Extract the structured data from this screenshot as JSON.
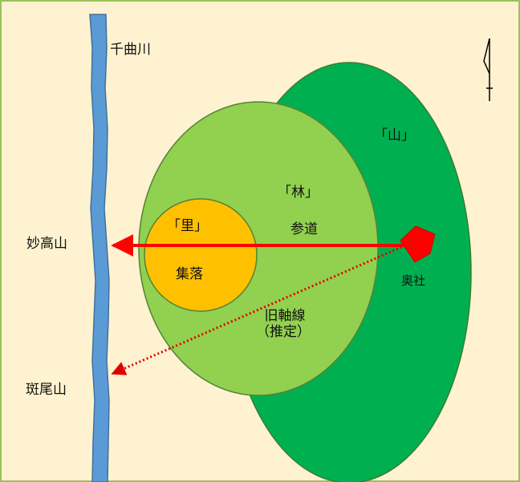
{
  "colors": {
    "background": "#fef2d0",
    "border": "#9bc15a",
    "river": "#5b9bd5",
    "river_edge": "#41719c",
    "mountain_zone": "#00b050",
    "forest_zone": "#92d050",
    "village_zone": "#ffc000",
    "zone_edge": "#548235",
    "main_axis": "#ff0000",
    "old_axis": "#e00000",
    "shrine": "#ff0000"
  },
  "labels": {
    "river": "千曲川",
    "mountain_zone": "「山」",
    "forest_zone": "「林」",
    "village_zone": "「里」",
    "village": "集落",
    "approach": "参道",
    "inner_shrine": "奥社",
    "old_axis_line1": "旧軸線",
    "old_axis_line2": "（推定）",
    "myoko": "妙高山",
    "madarao": "斑尾山"
  },
  "icons": {
    "north_arrow": "north-arrow-icon",
    "shrine": "pentagon-shrine-icon"
  }
}
